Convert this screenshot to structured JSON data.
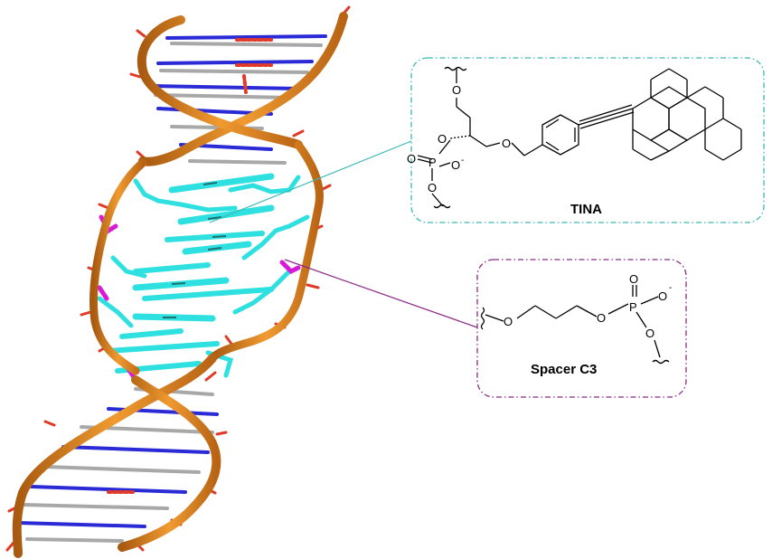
{
  "labels": {
    "tina": "TINA",
    "spacer": "Spacer C3"
  },
  "atoms": {
    "O": "O",
    "P": "P",
    "minus": "-"
  },
  "colors": {
    "backbone": "#d9821e",
    "tina_accent": "#3ab8b8",
    "spacer_accent": "#8a2a86",
    "intercalator": "#2ee0e0",
    "base_blue": "#2a2ad6",
    "carbon_grey": "#a8a8a8",
    "oxygen_red": "#e03a2a"
  }
}
